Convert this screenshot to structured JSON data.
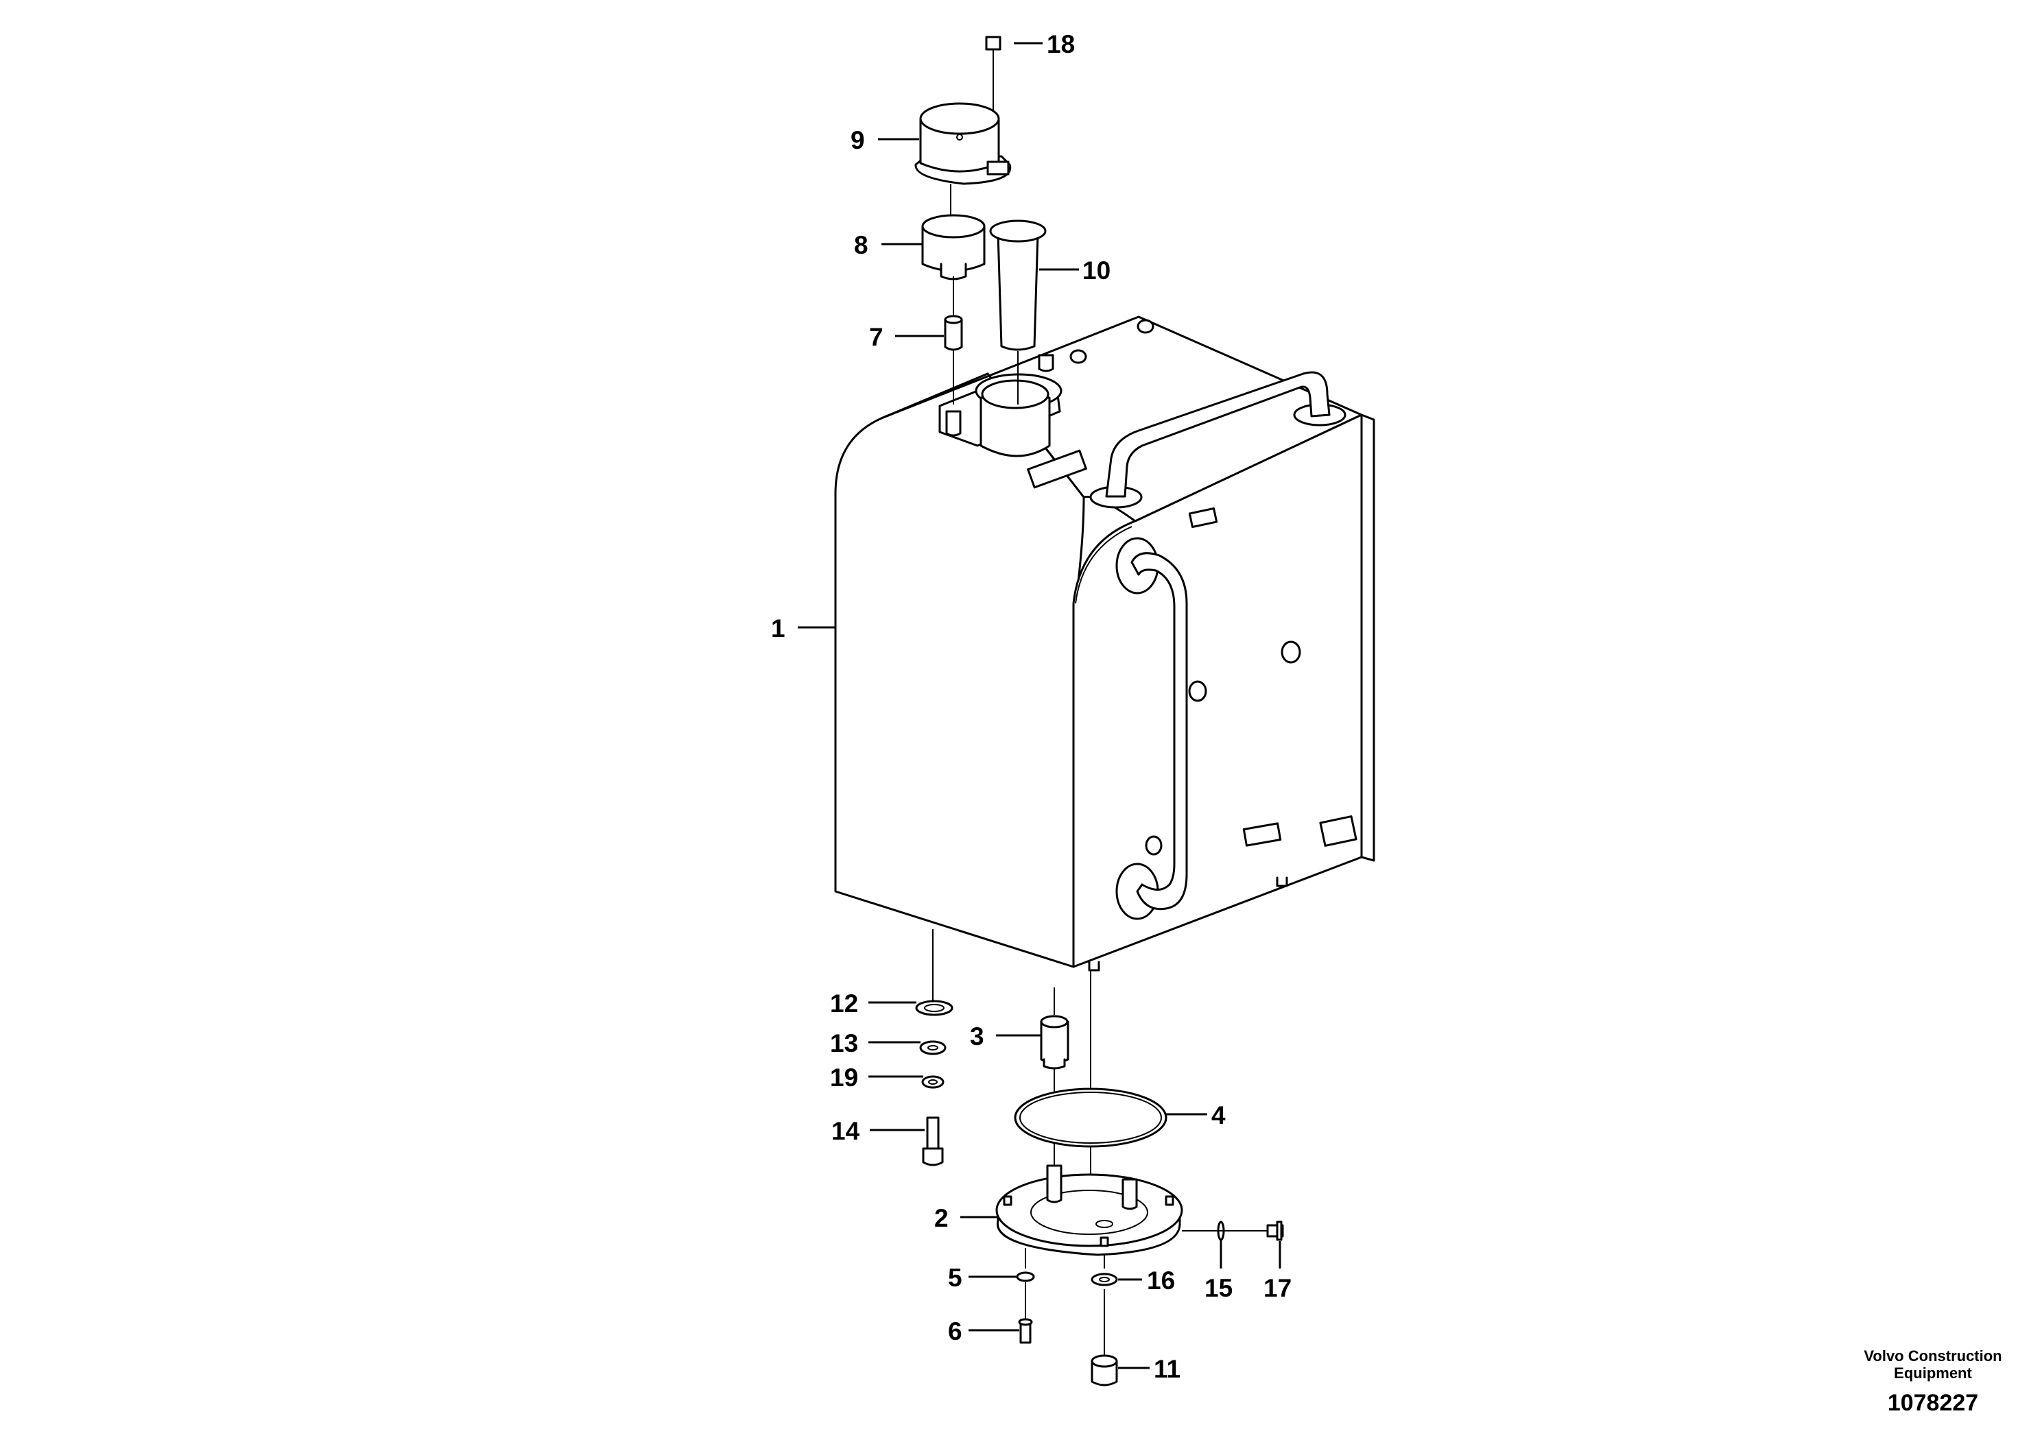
{
  "diagram": {
    "callouts": [
      "1",
      "2",
      "3",
      "4",
      "5",
      "6",
      "7",
      "8",
      "9",
      "10",
      "11",
      "12",
      "13",
      "14",
      "15",
      "16",
      "17",
      "18",
      "19"
    ]
  },
  "footer": {
    "brand_line1": "Volvo Construction",
    "brand_line2": "Equipment",
    "drawing_number": "1078227"
  }
}
